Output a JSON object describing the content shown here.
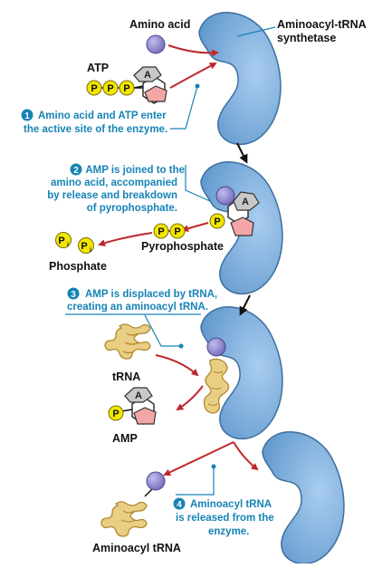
{
  "labels": {
    "amino_acid": "Amino acid",
    "enzyme_line1": "Aminoacyl-tRNA",
    "enzyme_line2": "synthetase",
    "atp": "ATP",
    "pyrophosphate": "Pyrophosphate",
    "phosphate": "Phosphate",
    "trna": "tRNA",
    "amp": "AMP",
    "aminoacyl_trna": "Aminoacyl tRNA"
  },
  "symbols": {
    "phosphate": "P",
    "inorganic_phosphate": "P",
    "inorganic_subscript": "i",
    "adenine": "A"
  },
  "steps": [
    {
      "number": "1",
      "lines": [
        "Amino acid and ATP enter",
        "the active site of the enzyme."
      ]
    },
    {
      "number": "2",
      "lines": [
        "AMP is joined to the",
        "amino acid, accompanied",
        "by release and breakdown",
        "of pyrophosphate."
      ]
    },
    {
      "number": "3",
      "lines": [
        "AMP is displaced by tRNA,",
        "creating an aminoacyl tRNA."
      ]
    },
    {
      "number": "4",
      "lines": [
        "Aminoacyl tRNA",
        "is released from the",
        "enzyme."
      ]
    }
  ],
  "colors": {
    "enzyme": "#7ab3e0",
    "enzyme_stroke": "#3e6f9c",
    "amino_acid": "#8f88cc",
    "phosphate": "#f3e600",
    "ribose": "#f4a6a6",
    "adenine": "#c8c8c8",
    "trna": "#e9cf84",
    "arrow": "#c0272d",
    "step_text": "#1683b5"
  }
}
